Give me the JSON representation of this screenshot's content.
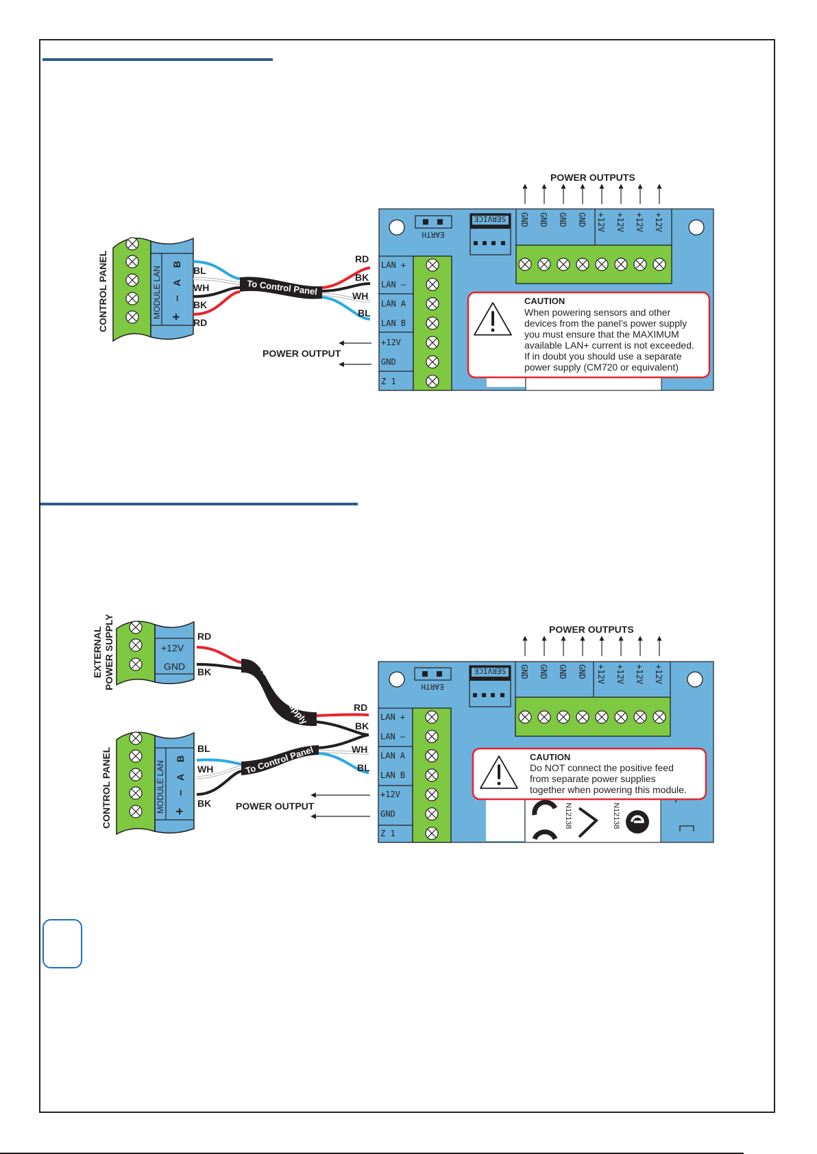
{
  "page": {
    "colors": {
      "rule": "#2e5a8a",
      "board": "#6cb2dd",
      "terminal_green": "#7fc841",
      "wire_red": "#e8242c",
      "wire_blue": "#29aae1",
      "wire_black": "#231f20",
      "caution_border": "#e8242c",
      "note_border": "#1c6fc1"
    }
  },
  "diagram1": {
    "control_panel_label": "CONTROL  PANEL",
    "module_lan_label": "MODULE LAN",
    "terminal_signs": [
      "+",
      "–",
      "A",
      "B"
    ],
    "left_wires": [
      "BL",
      "WH",
      "BK",
      "RD"
    ],
    "cable_label": "To Control Panel",
    "right_wires": [
      "RD",
      "BK",
      "WH",
      "BL"
    ],
    "power_output_label": "POWER OUTPUT",
    "power_outputs_title": "POWER OUTPUTS",
    "board": {
      "earth_label": "EARTH",
      "service_label": "SERVICE",
      "output_terminals": [
        "GND",
        "GND",
        "GND",
        "GND",
        "+12V",
        "+12V",
        "+12V",
        "+12V"
      ],
      "side_terminals": [
        "LAN +",
        "LAN –",
        "LAN A",
        "LAN B",
        "+12V",
        "GND",
        "Z 1"
      ]
    },
    "caution": {
      "title": "CAUTION",
      "lines": [
        "When powering sensors and other",
        "devices from the panel’s power supply",
        "you must ensure that the MAXIMUM",
        "available LAN+ current is not exceeded.",
        "If in doubt you should use a separate",
        "power supply (CM720 or equivalent)"
      ]
    }
  },
  "diagram2": {
    "psu_label_line1": "EXTERNAL",
    "psu_label_line2": "POWER SUPPLY",
    "psu_terminals": [
      "+12V",
      "GND"
    ],
    "psu_wires": [
      "RD",
      "BK"
    ],
    "psu_cable_label": "To Power Supply",
    "control_panel_label": "CONTROL  PANEL",
    "module_lan_label": "MODULE LAN",
    "terminal_signs": [
      "+",
      "–",
      "A",
      "B"
    ],
    "left_wires": [
      "BL",
      "WH",
      "BK"
    ],
    "cable_label": "To Control Panel",
    "right_wires": [
      "RD",
      "BK",
      "WH",
      "BL"
    ],
    "power_output_label": "POWER OUTPUT",
    "power_outputs_title": "POWER OUTPUTS",
    "board": {
      "earth_label": "EARTH",
      "service_label": "SERVICE",
      "output_terminals": [
        "GND",
        "GND",
        "GND",
        "GND",
        "+12V",
        "+12V",
        "+12V",
        "+12V"
      ],
      "side_terminals": [
        "LAN +",
        "LAN –",
        "LAN A",
        "LAN B",
        "+12V",
        "GND",
        "Z 1"
      ],
      "cert_code": "N12138"
    },
    "caution": {
      "title": "CAUTION",
      "lines": [
        "Do NOT connect the positive feed",
        "from separate power supplies",
        "together when powering this module."
      ]
    }
  }
}
